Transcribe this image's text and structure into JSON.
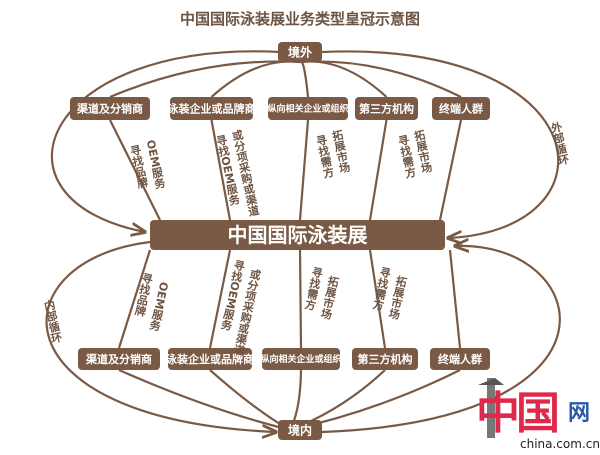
{
  "title": "中国国际泳装展业务类型皇冠示意图",
  "abroad": "境外",
  "domestic": "境内",
  "center": "中国国际泳装展",
  "outer_loop": "外部循环",
  "inner_loop": "内部循环",
  "top_nodes": [
    "渠道及分销商",
    "泳装企业或品牌商",
    "纵向相关企业或组织",
    "第三方机构",
    "终端人群"
  ],
  "bottom_nodes": [
    "渠道及分销商",
    "泳装企业或品牌商",
    "纵向相关企业或组织",
    "第三方机构",
    "终端人群"
  ],
  "edge_labels": [
    [
      "寻找品牌",
      "OEM服务"
    ],
    [
      "寻找OEM服务",
      "或分项采购或渠道"
    ],
    [
      "寻找需方",
      "拓展市场"
    ],
    [
      "寻找需方",
      "拓展市场"
    ]
  ],
  "logo": {
    "mark": "中国",
    "net": "网",
    "url": "china.com.cn"
  },
  "colors": {
    "box": "#7a5a45",
    "logo_red": "#e0284a",
    "logo_blue": "#2a59a8"
  }
}
